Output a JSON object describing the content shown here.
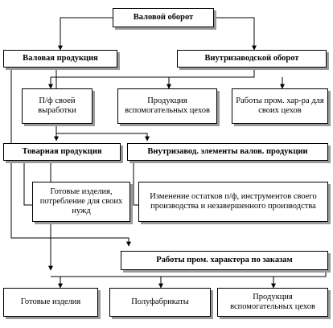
{
  "diagram": {
    "root": {
      "label": "Валовой оборот"
    },
    "level1": {
      "gross_output": "Валовая продукция",
      "intra_turnover": "Внутризаводской оборот"
    },
    "level2": [
      {
        "label": "П/ф своей выработки"
      },
      {
        "label": "Продукция вспомогательных цехов"
      },
      {
        "label": "Работы пром. хар-ра для своих цехов"
      }
    ],
    "level3": {
      "commodity_output": "Товарная продукция",
      "intra_elements": "Внутризавод. элементы валов. продукции"
    },
    "level4": {
      "finished_goods": "Готовые изделия, потребление для своих нужд",
      "balance_change": "Изменение остатков п/ф, инструментов своего производства и незавершенного производства"
    },
    "level5": {
      "label": "Работы пром. характера по заказам"
    },
    "level6": [
      {
        "label": "Готовые изделия"
      },
      {
        "label": "Полуфабрикаты"
      },
      {
        "label": "Продукция вспомогательных цехов"
      }
    ]
  }
}
